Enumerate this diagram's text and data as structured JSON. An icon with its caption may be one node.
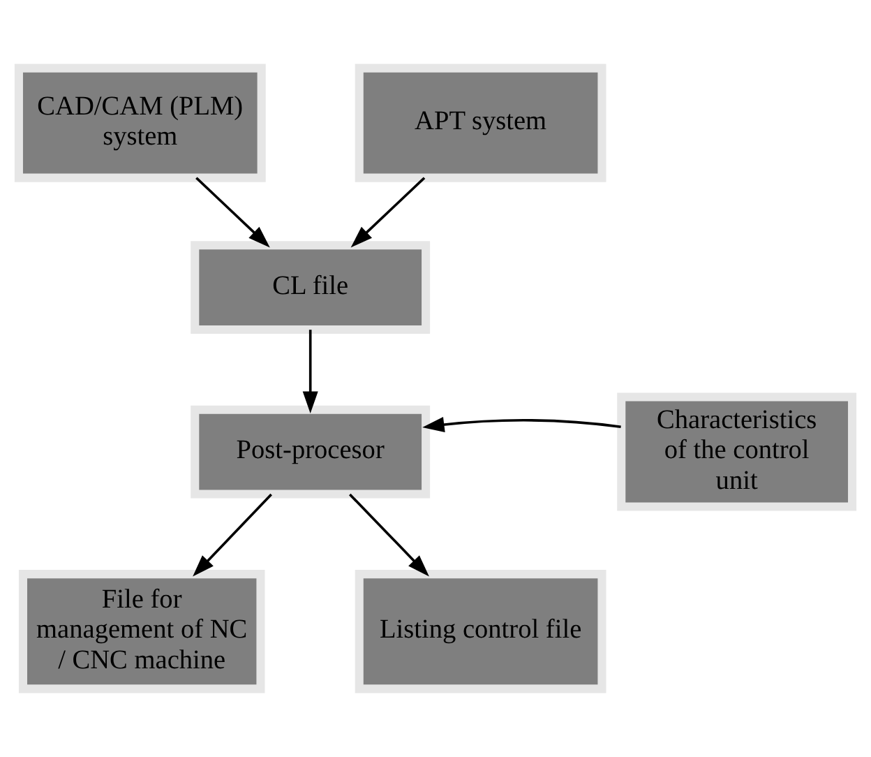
{
  "diagram": {
    "nodes": [
      {
        "text": [
          "CAD/CAM (PLM) system"
        ]
      },
      {
        "text": [
          "APT system"
        ]
      },
      {
        "text": [
          "CL file"
        ]
      },
      {
        "text": [
          "Post-procesor"
        ]
      },
      {
        "text": [
          "Characteristics of the control unit"
        ]
      },
      {
        "text": [
          "File for management of NC / CNC machine"
        ]
      },
      {
        "text": [
          "Listing control file"
        ]
      }
    ],
    "edges": [
      {
        "from": 0,
        "to": 2,
        "arrow": "to"
      },
      {
        "from": 1,
        "to": 2,
        "arrow": "to"
      },
      {
        "from": 2,
        "to": 3,
        "arrow": "to"
      },
      {
        "from": 4,
        "to": 3,
        "arrow": "to"
      },
      {
        "from": 3,
        "to": 5,
        "arrow": "to"
      },
      {
        "from": 3,
        "to": 6,
        "arrow": "to"
      }
    ]
  }
}
